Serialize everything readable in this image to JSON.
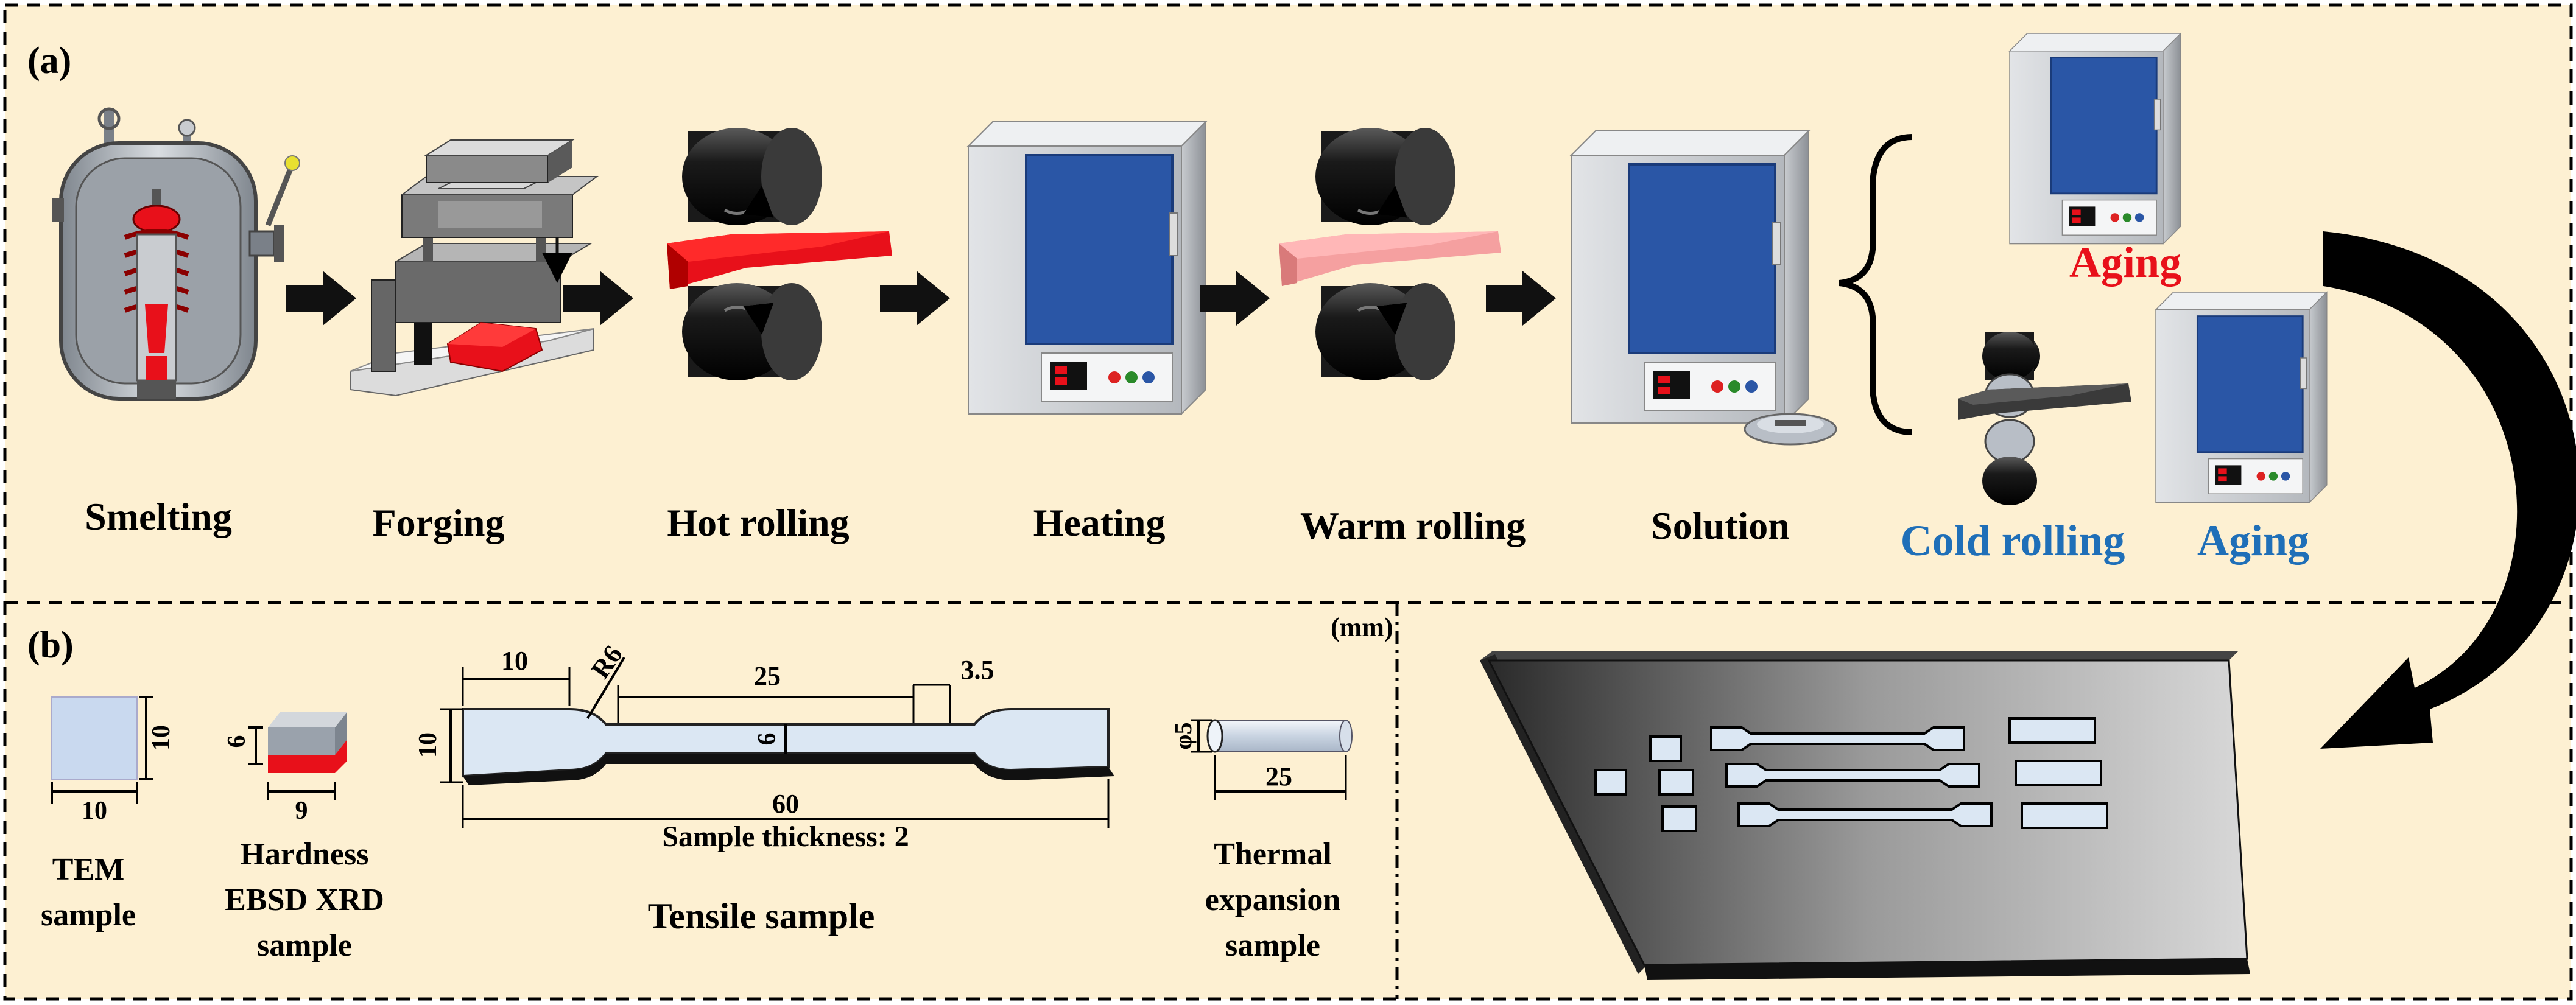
{
  "panel_a": {
    "label": "(a)",
    "steps": [
      "Smelting",
      "Forging",
      "Hot rolling",
      "Heating",
      "Warm rolling",
      "Solution"
    ],
    "branch_top": "Aging",
    "branch_bottom_1": "Cold rolling",
    "branch_bottom_2": "Aging"
  },
  "panel_b": {
    "label": "(b)",
    "unit": "(mm)",
    "tem": {
      "w": "10",
      "h": "10",
      "label_1": "TEM",
      "label_2": "sample"
    },
    "hardness": {
      "h": "6",
      "w": "9",
      "label_1": "Hardness",
      "label_2": "EBSD XRD",
      "label_3": "sample"
    },
    "tensile": {
      "grip": "10",
      "radius": "R6",
      "gauge": "25",
      "shoulder": "3.5",
      "width_gauge": "6",
      "width_grip": "10",
      "total": "60",
      "thickness": "Sample thickness: 2",
      "label": "Tensile sample"
    },
    "thermal": {
      "dia": "φ5",
      "len": "25",
      "label_1": "Thermal",
      "label_2": "expansion",
      "label_3": "sample"
    }
  },
  "colors": {
    "background": "#fdf0d2",
    "red": "#e8101a",
    "blue": "#1f6fb8",
    "furnace_door": "#2a56a6"
  }
}
